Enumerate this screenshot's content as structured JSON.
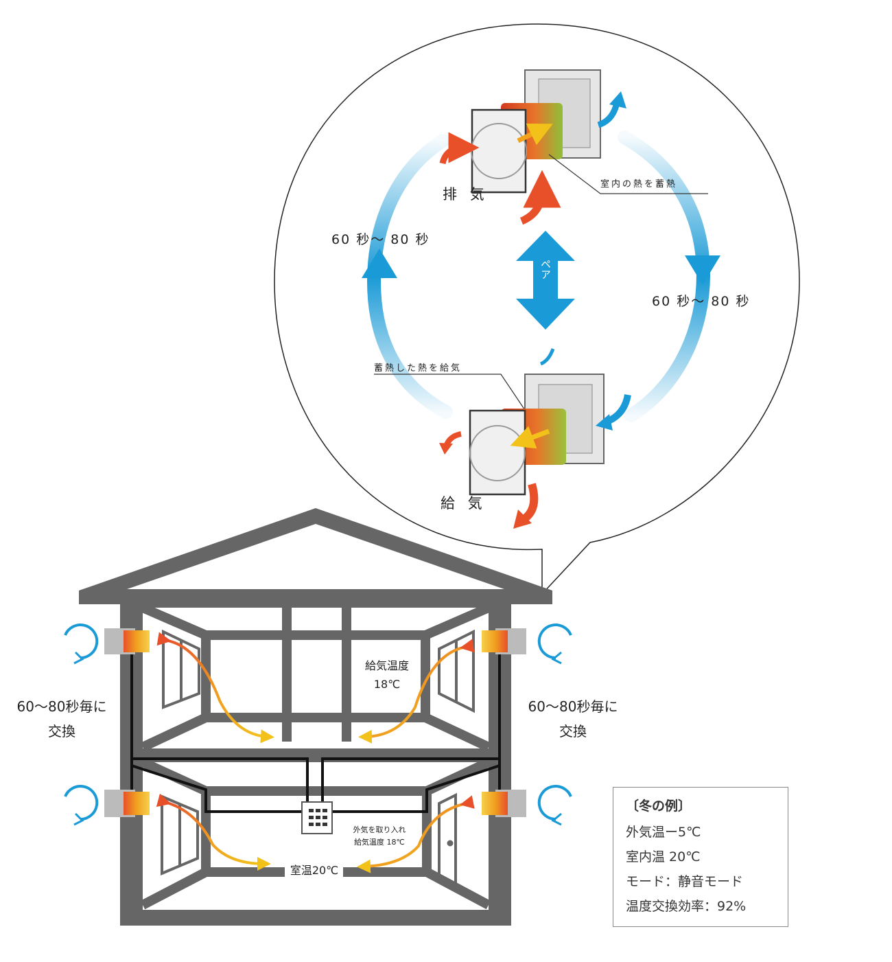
{
  "bubble": {
    "exhaust_label": "排 気",
    "supply_label": "給 気",
    "cycle_left": "60 秒～ 80 秒",
    "cycle_right": "60 秒～ 80 秒",
    "pair_label": "ペア",
    "store_heat_label": "室内の熱を蓄熱",
    "supply_heat_label": "蓄熱した熱を給気"
  },
  "house": {
    "supply_temp_line1": "給気温度",
    "supply_temp_line2": "18℃",
    "interval_left_line1": "60～80秒毎に",
    "interval_left_line2": "交換",
    "interval_right_line1": "60～80秒毎に",
    "interval_right_line2": "交換",
    "intake_line1": "外気を取り入れ",
    "intake_line2": "給気温度 18℃",
    "room_temp": "室温20℃"
  },
  "legend": {
    "title": "〔冬の例〕",
    "lines": [
      "外気温ー5℃",
      "室内温 20℃",
      "モード：静音モード",
      "温度交換効率：92%"
    ]
  },
  "colors": {
    "house_gray": "#666666",
    "air_blue": "#1a9ad6",
    "warm_red": "#e8502a",
    "warm_yellow": "#f2c21b"
  }
}
